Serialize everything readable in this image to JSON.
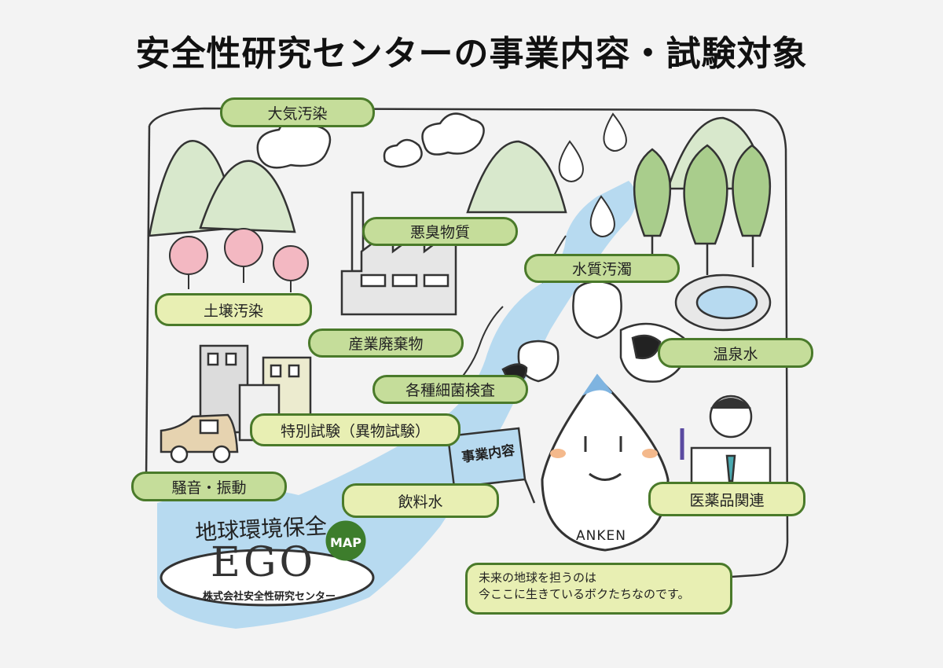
{
  "title": "安全性研究センターの事業内容・試験対象",
  "labels": {
    "air": "大気汚染",
    "odor": "悪臭物質",
    "water_quality": "水質汚濁",
    "soil": "土壌汚染",
    "industrial_waste": "産業廃棄物",
    "hot_spring": "温泉水",
    "bacteria": "各種細菌検査",
    "special_test": "特別試験（異物試験）",
    "noise": "騒音・振動",
    "drinking_water": "飲料水",
    "pharma": "医薬品関連"
  },
  "flag_text": "事業内容",
  "mascot_name": "ANKEN",
  "message": {
    "line1": "未来の地球を担うのは",
    "line2": "今ここに生きているボクたちなのです。"
  },
  "logo": {
    "top_text": "地球環境保全",
    "main": "EGO",
    "badge": "MAP",
    "company": "株式会社安全性研究センター"
  },
  "colors": {
    "label_green": "#c5dd9a",
    "label_yellow": "#e8efb3",
    "border_green": "#4a7a2a",
    "water_blue": "#b7daf0",
    "hill_green": "#d8e8cc"
  }
}
